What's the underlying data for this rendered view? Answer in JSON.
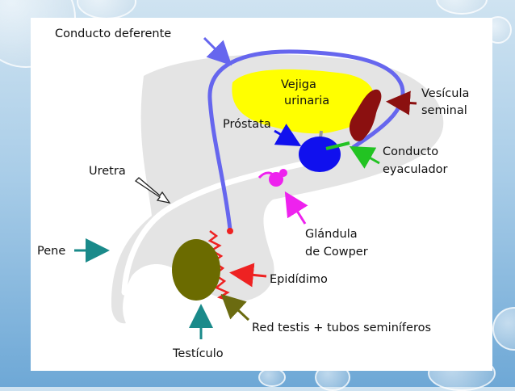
{
  "labels": {
    "conducto_deferente": "Conducto deferente",
    "vejiga_1": "Vejiga",
    "vejiga_2": "urinaria",
    "vesicula_1": "Vesícula",
    "vesicula_2": "seminal",
    "prostata": "Próstata",
    "conducto_eyac_1": "Conducto",
    "conducto_eyac_2": "eyaculador",
    "uretra": "Uretra",
    "glandula_1": "Glándula",
    "glandula_2": "de Cowper",
    "pene": "Pene",
    "epididimo": "Epidídimo",
    "red_testis": "Red testis + tubos seminíferos",
    "testiculo": "Testículo"
  },
  "colors": {
    "body_gray": "#e4e4e4",
    "vas_deferens": "#6666ee",
    "bladder": "#ffff00",
    "seminal_vesicle": "#8b1010",
    "prostate": "#1010ee",
    "ejaculatory_duct": "#22c322",
    "cowper": "#ee22ee",
    "epididymis": "#ee2222",
    "testis": "#6b6b00",
    "teal_arrow": "#1a8a8a",
    "olive_arrow": "#6b6b10"
  }
}
